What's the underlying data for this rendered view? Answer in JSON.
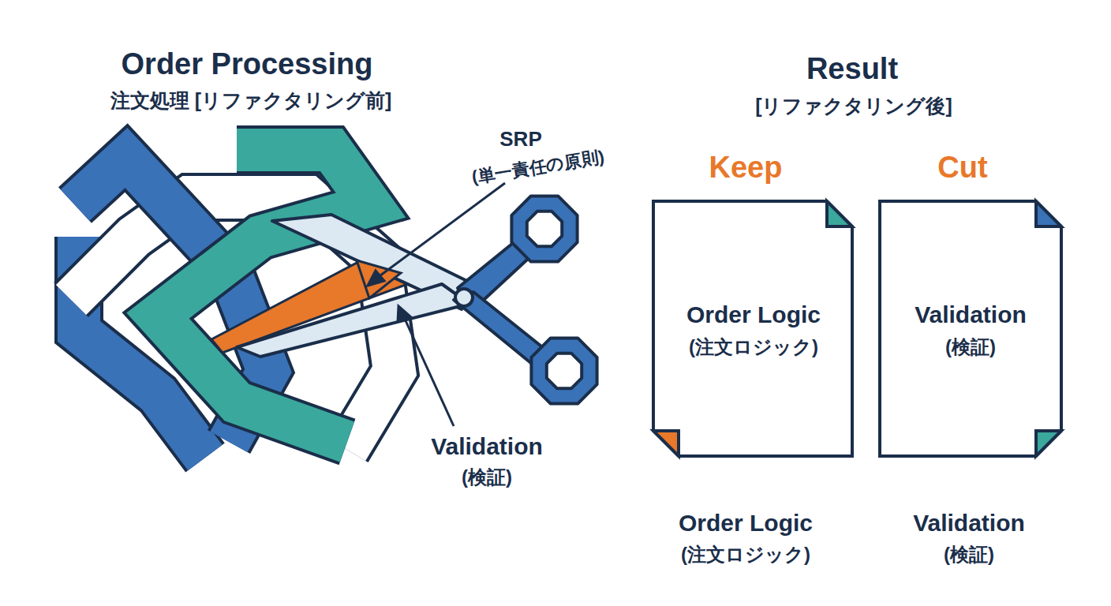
{
  "diagram": {
    "title": "Order Processing",
    "nodes": [
      {
        "text": [
          "Keep",
          "Order Logic",
          "(注文ロジック)",
          "Order Logic",
          "(注文ロジック)"
        ]
      },
      {
        "text": [
          "Cut",
          "Validation",
          "(検証)",
          "Validation",
          "(検証)"
        ]
      }
    ],
    "labels": [
      "注文処理 [リファクタリング前]",
      "Result",
      "[リファクタリング後]",
      "SRP",
      "(単一責任の原則)",
      "Validation",
      "(検証)"
    ]
  }
}
